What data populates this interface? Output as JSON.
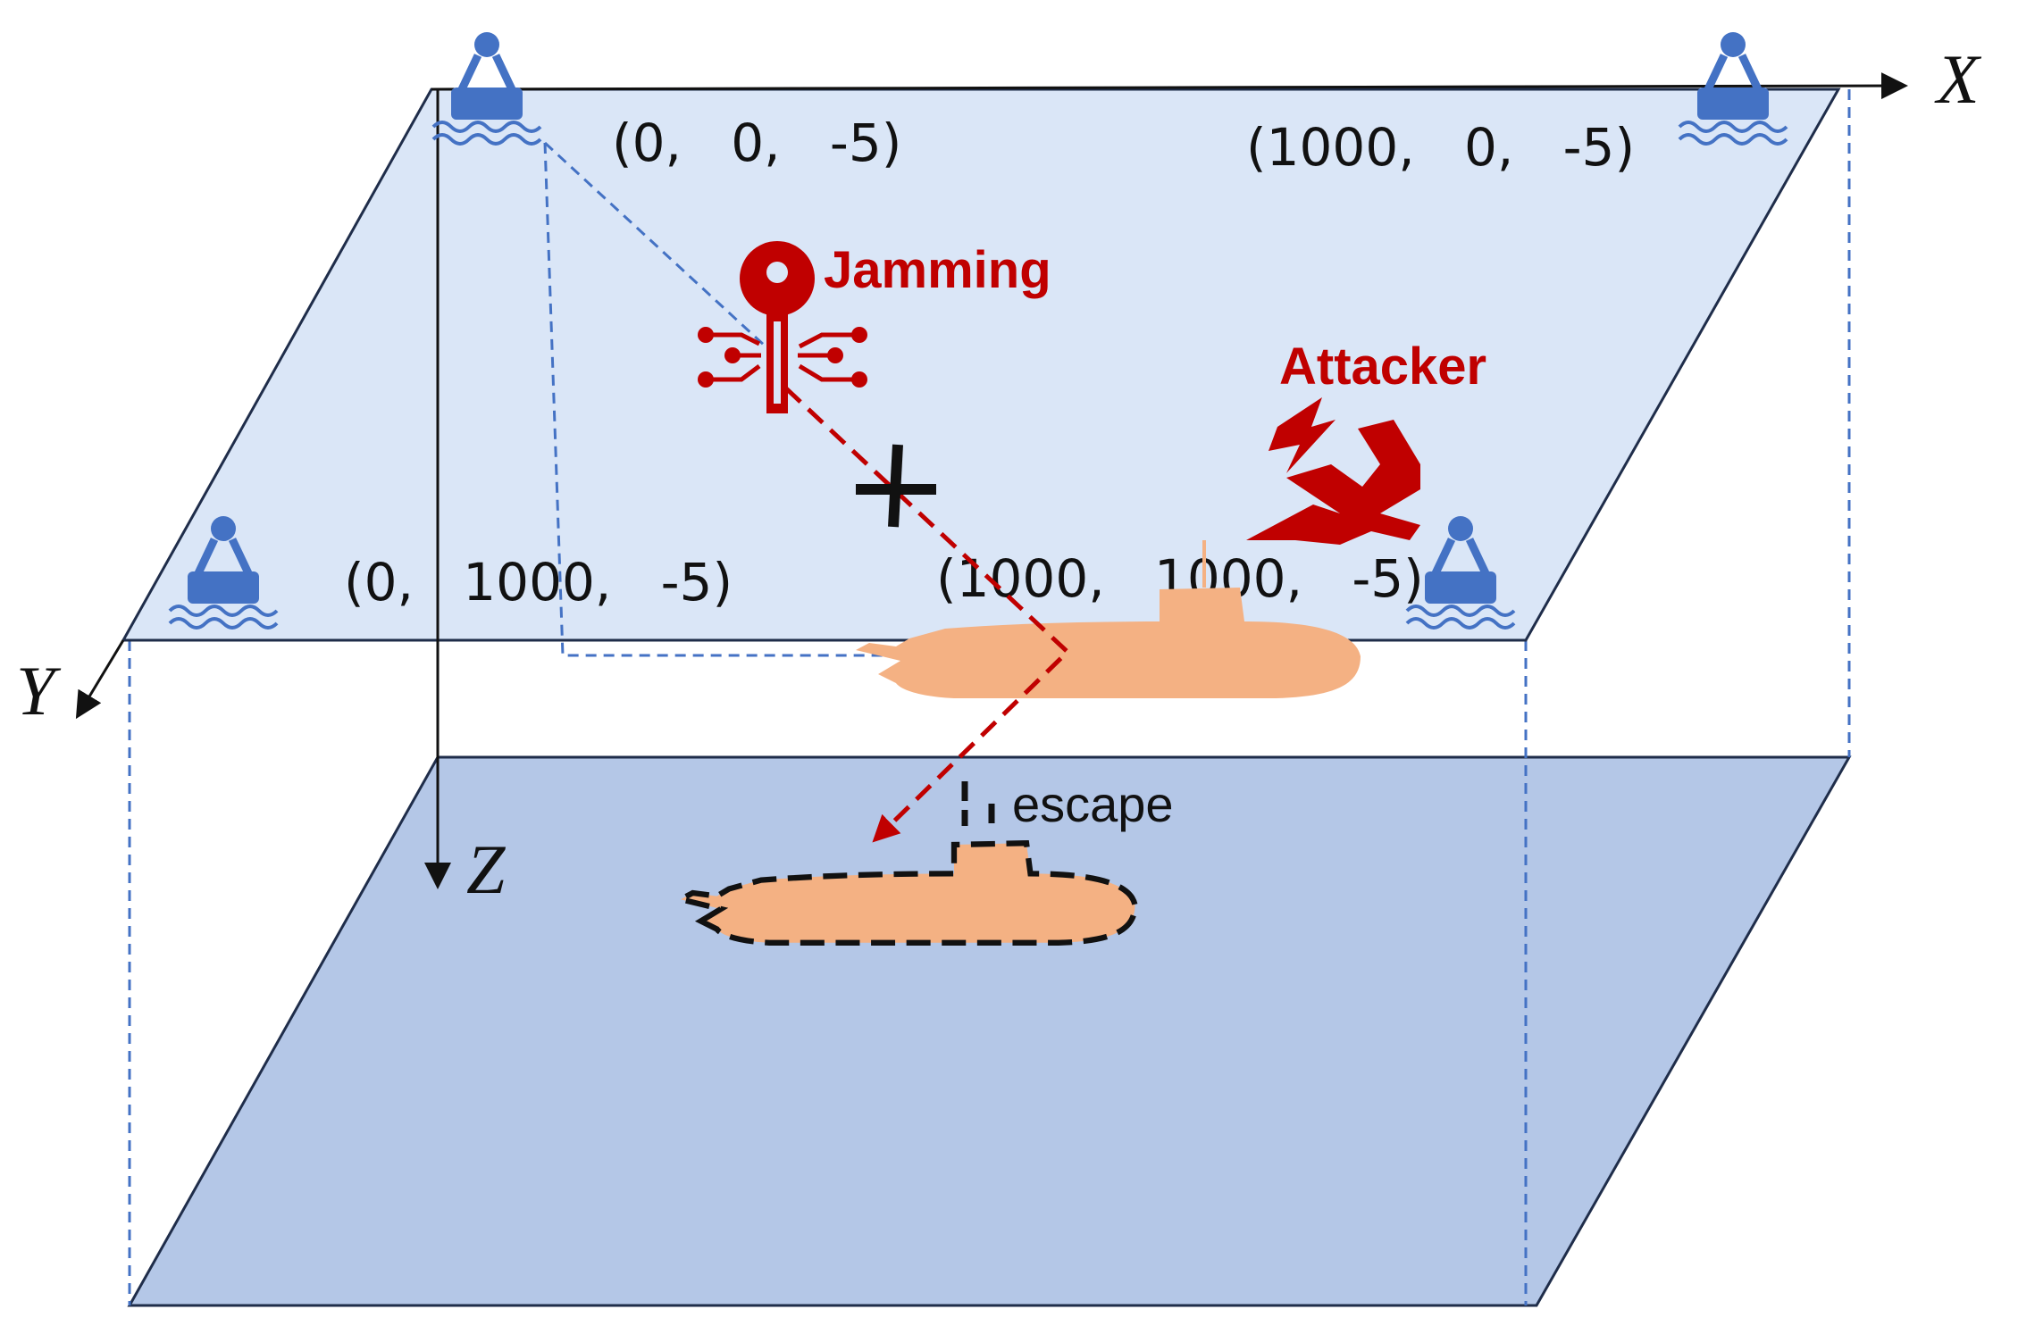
{
  "axes": {
    "x": "X",
    "y": "Y",
    "z": "Z"
  },
  "coordinates": {
    "origin": "(0,   0,   -5)",
    "x_corner": "(1000,   0,   -5)",
    "y_corner": "(0,   1000,   -5)",
    "xy_corner": "(1000,   1000,   -5)"
  },
  "labels": {
    "jamming": "Jamming",
    "attacker": "Attacker",
    "escape": "escape"
  },
  "colors": {
    "surface_plane": "#dae6f7",
    "seabed_plane": "#b4c7e7",
    "threat_red": "#c00000",
    "submarine": "#f4b183",
    "buoy_blue": "#4472c4",
    "guide_dash": "#4472c4",
    "outline": "#1f2d4a"
  },
  "icons": {
    "buoy": "buoy-icon",
    "jamming": "key-circuit-icon",
    "attacker": "fighter-jet-icon",
    "blocked": "cross-icon",
    "submarine": "submarine-icon"
  }
}
